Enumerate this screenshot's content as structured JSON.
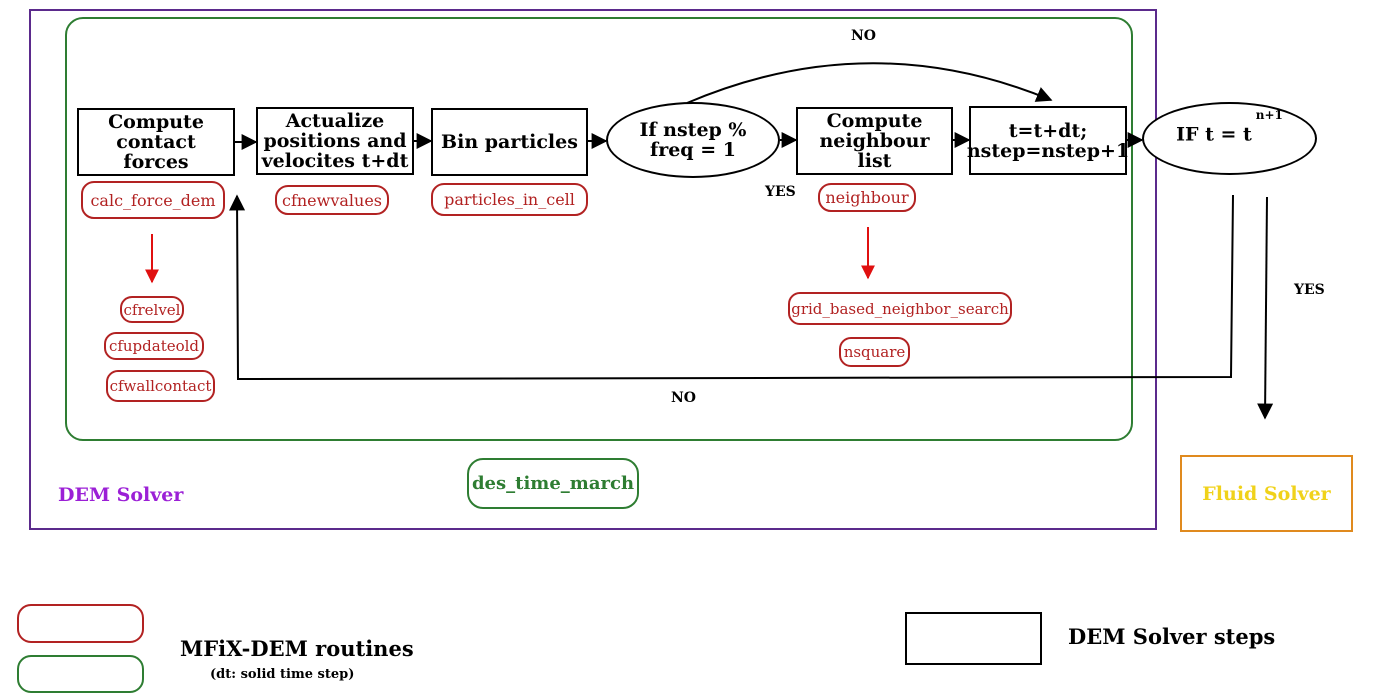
{
  "containers": {
    "dem_solver_label": "DEM Solver",
    "time_march_label": "des_time_march",
    "fluid_solver_label": "Fluid Solver"
  },
  "steps": {
    "compute_contact_forces": "Compute contact forces",
    "actualize": "Actualize positions and velocites t+dt",
    "bin_particles": "Bin particles",
    "if_nstep": "If nstep % freq = 1",
    "compute_neighbour_list": "Compute neighbour list",
    "time_update": "t=t+dt; nstep=nstep+1",
    "if_t": "IF t = t",
    "if_t_sup": "n+1"
  },
  "routines": {
    "calc_force_dem": "calc_force_dem",
    "cfnewvalues": "cfnewvalues",
    "particles_in_cell": "particles_in_cell",
    "neighbour": "neighbour",
    "cfrelvel": "cfrelvel",
    "cfupdateold": "cfupdateold",
    "cfwallcontact": "cfwallcontact",
    "grid_based_neighbor_search": "grid_based_neighbor_search",
    "nsquare": "nsquare"
  },
  "edge_labels": {
    "no_top": "NO",
    "yes_mid": "YES",
    "yes_right": "YES",
    "no_bottom": "NO"
  },
  "legend": {
    "routines_label": "MFiX-DEM routines",
    "routines_sub": "(dt: solid time step)",
    "steps_label": "DEM Solver steps"
  },
  "colors": {
    "dem_solver": "#5b2a8c",
    "time_march": "#2e7d32",
    "routine": "#b22222",
    "dem_label": "#9b1fd6",
    "fluid_border": "#e08a1e",
    "fluid_text": "#f0d21a",
    "red_arrow": "#e01010"
  }
}
